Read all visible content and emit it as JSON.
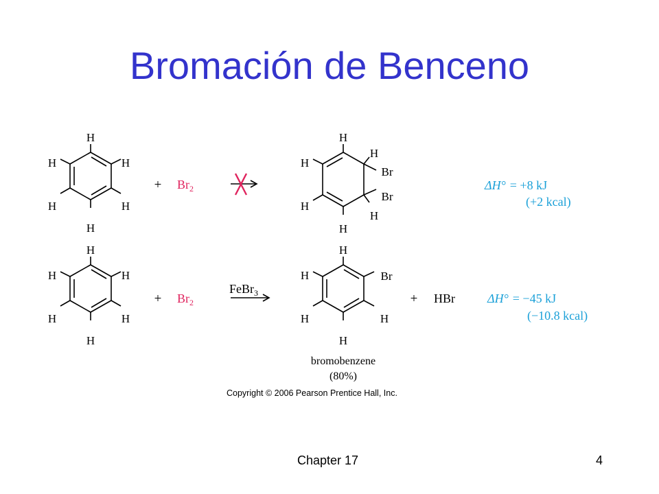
{
  "slide": {
    "title": "Bromación de Benceno",
    "copyright": "Copyright © 2006 Pearson Prentice Hall, Inc.",
    "footer_left": "Chapter 17",
    "page_number": "4"
  },
  "colors": {
    "title": "#3333cc",
    "reagent": "#e0245e",
    "enthalpy": "#1aa0d8",
    "blocked_arrow": "#e0245e"
  },
  "reaction_1": {
    "plus_1": "+",
    "reagent": "Br",
    "reagent_sub": "2",
    "arrow": "blocked",
    "product_atom_h": "H",
    "product_atom_br": "Br",
    "dh_label": "ΔH°",
    "dh_value": "= +8 kJ",
    "dh_kcal": "(+2 kcal)"
  },
  "reaction_2": {
    "plus_1": "+",
    "reagent": "Br",
    "reagent_sub": "2",
    "catalyst": "FeBr",
    "catalyst_sub": "3",
    "product_atom_h": "H",
    "product_atom_br": "Br",
    "plus_2": "+",
    "byproduct": "HBr",
    "product_name": "bromobenzene",
    "yield": "(80%)",
    "dh_label": "ΔH°",
    "dh_value": "= −45 kJ",
    "dh_kcal": "(−10.8 kcal)"
  },
  "atom_h": "H"
}
